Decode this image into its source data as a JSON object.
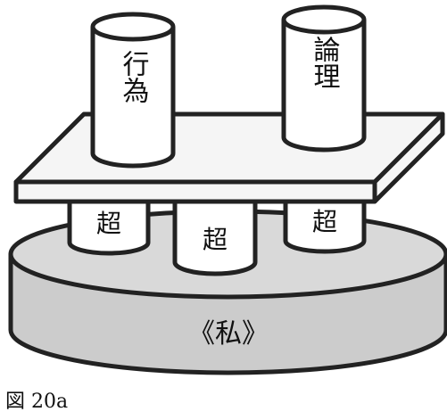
{
  "pillars_top": [
    {
      "label": "行為"
    },
    {
      "label": "論理"
    }
  ],
  "pillars_bottom": [
    {
      "label": "超"
    },
    {
      "label": "超"
    },
    {
      "label": "超"
    }
  ],
  "base": {
    "label": "《私》"
  },
  "caption": "図 20a",
  "colors": {
    "stroke": "#222222",
    "pillar_fill": "#ffffff",
    "platform_top": "#f5f5f5",
    "base_fill": "#cccccc",
    "base_top": "#d9d9d9"
  }
}
